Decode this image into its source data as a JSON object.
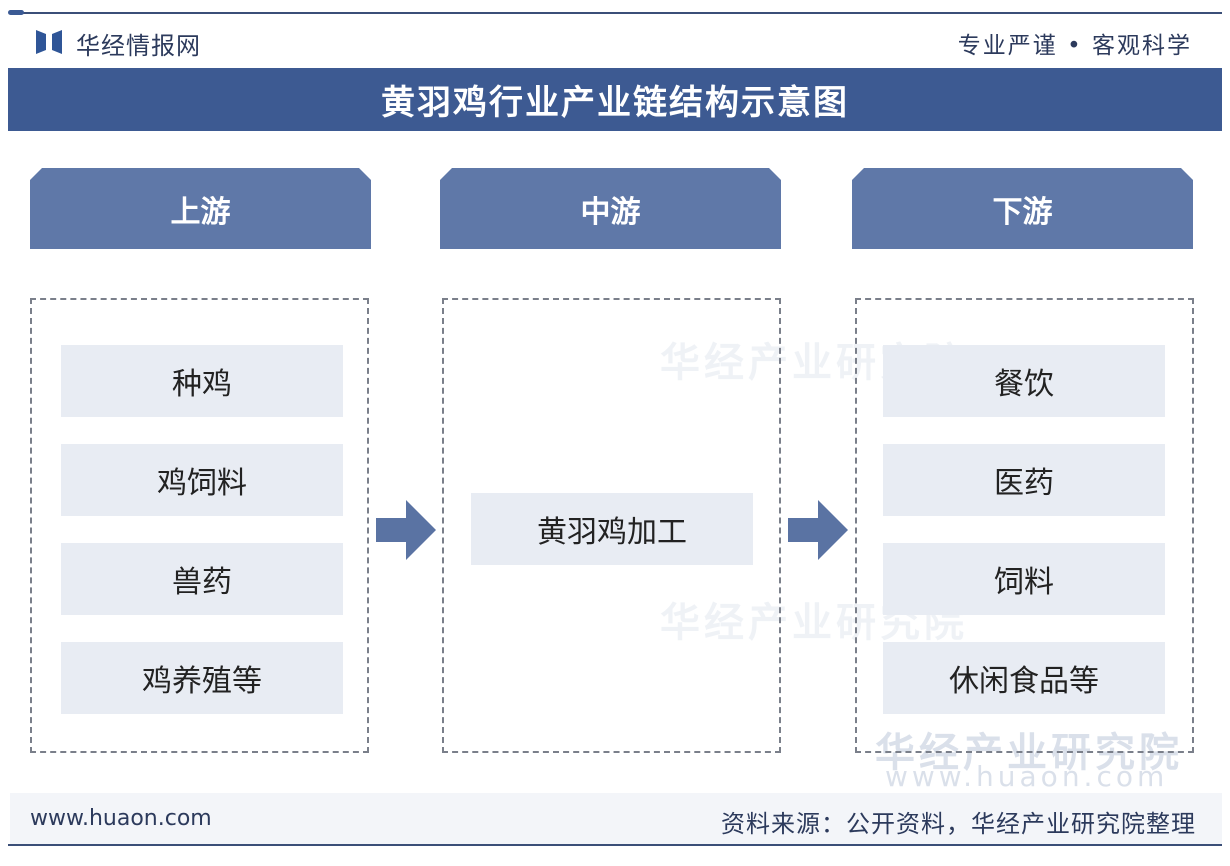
{
  "header": {
    "brand": "华经情报网",
    "slogan": "专业严谨 • 客观科学"
  },
  "title": "黄羽鸡行业产业链结构示意图",
  "columns": [
    {
      "label": "上游",
      "items": [
        "种鸡",
        "鸡饲料",
        "兽药",
        "鸡养殖等"
      ]
    },
    {
      "label": "中游",
      "items": [
        "黄羽鸡加工"
      ]
    },
    {
      "label": "下游",
      "items": [
        "餐饮",
        "医药",
        "饲料",
        "休闲食品等"
      ]
    }
  ],
  "watermark": {
    "name": "华经产业研究院",
    "url": "www.huaon.com"
  },
  "footer": {
    "url": "www.huaon.com",
    "source": "资料来源：公开资料，华经产业研究院整理"
  },
  "colors": {
    "primary": "#3d5a92",
    "header": "#5f78a8",
    "item": "#e8ecf3"
  }
}
